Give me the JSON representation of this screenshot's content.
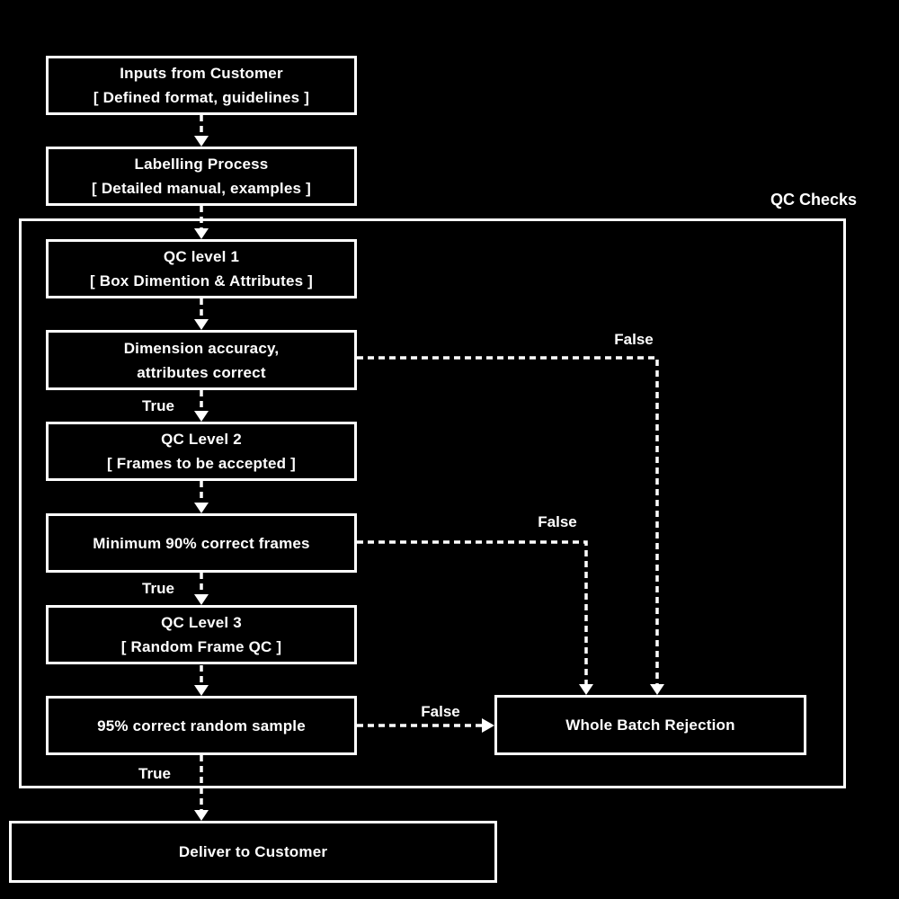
{
  "diagram": {
    "qc_checks_label": "QC Checks",
    "nodes": {
      "inputs": {
        "lines": [
          "Inputs from Customer",
          "[ Defined format, guidelines ]"
        ]
      },
      "labelling": {
        "lines": [
          "Labelling Process",
          "[ Detailed manual, examples ]"
        ]
      },
      "qc1": {
        "lines": [
          "QC level 1",
          "[ Box Dimention & Attributes ]"
        ]
      },
      "dim_check": {
        "lines": [
          "Dimension accuracy,",
          "attributes correct"
        ]
      },
      "qc2": {
        "lines": [
          "QC Level 2",
          "[ Frames to be accepted ]"
        ]
      },
      "min90": {
        "lines": [
          "Minimum 90% correct frames"
        ]
      },
      "qc3": {
        "lines": [
          "QC Level 3",
          "[ Random Frame QC ]"
        ]
      },
      "sample95": {
        "lines": [
          "95% correct random sample"
        ]
      },
      "rejection": {
        "lines": [
          "Whole Batch Rejection"
        ]
      },
      "deliver": {
        "lines": [
          "Deliver to Customer"
        ]
      }
    },
    "edge_labels": {
      "true1": "True",
      "true2": "True",
      "true3": "True",
      "false1": "False",
      "false2": "False",
      "false3": "False"
    },
    "colors": {
      "background": "#000000",
      "foreground": "#ffffff"
    }
  }
}
